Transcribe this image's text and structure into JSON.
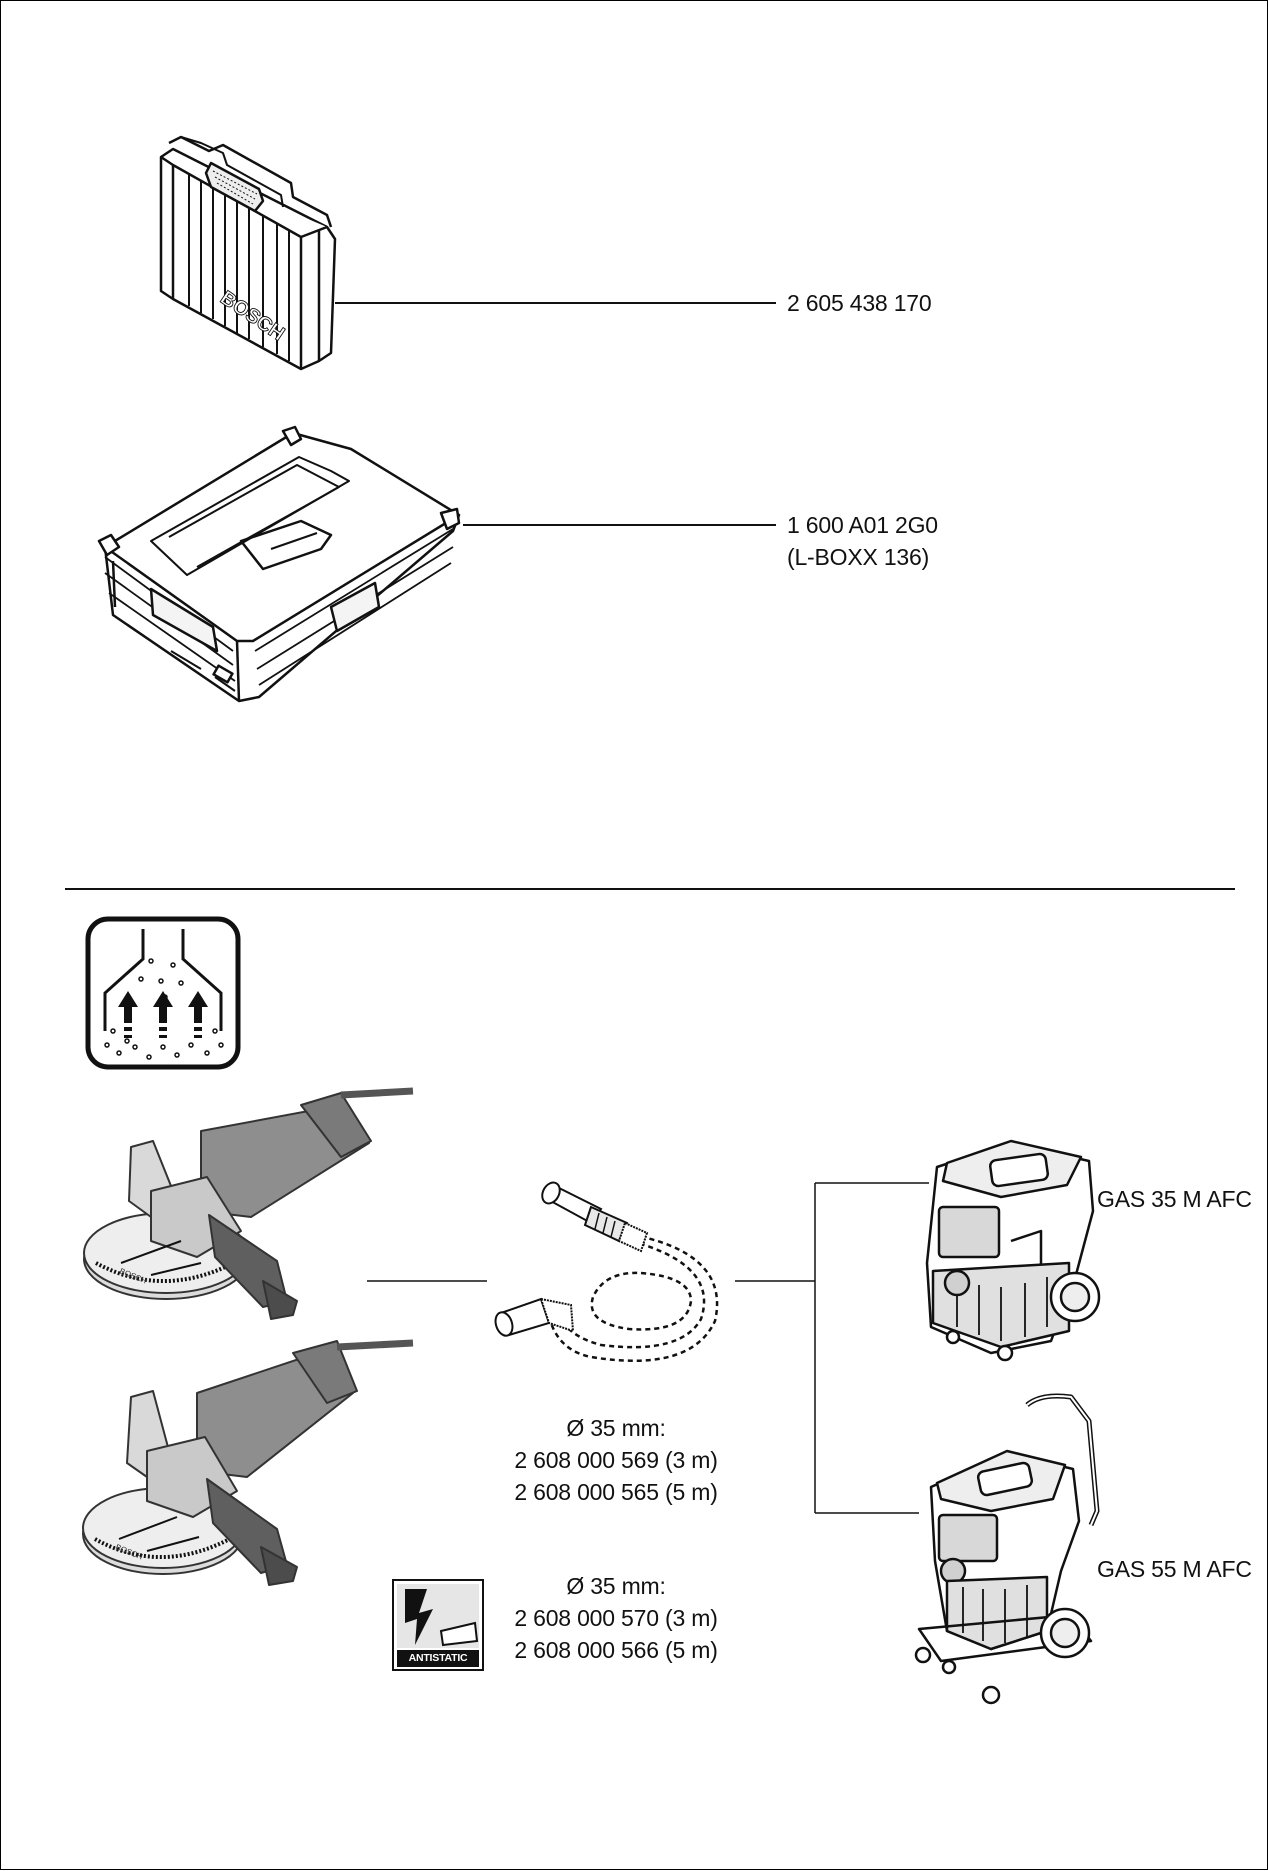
{
  "accessories": {
    "case": {
      "part_no": "2 605 438 170",
      "brand": "BOSCH"
    },
    "lboxx": {
      "part_no": "1 600 A01 2G0",
      "name": "(L-BOXX 136)"
    }
  },
  "extraction": {
    "hose_standard": {
      "diameter": "Ø 35 mm:",
      "part_3m": "2 608 000 569 (3 m)",
      "part_5m": "2 608 000 565 (5 m)"
    },
    "hose_antistatic": {
      "badge": "ANTISTATIC",
      "diameter": "Ø 35 mm:",
      "part_3m": "2 608 000 570 (3 m)",
      "part_5m": "2 608 000 566 (5 m)"
    },
    "vacuums": [
      {
        "model": "GAS 35 M AFC"
      },
      {
        "model": "GAS 55 M AFC"
      }
    ]
  }
}
